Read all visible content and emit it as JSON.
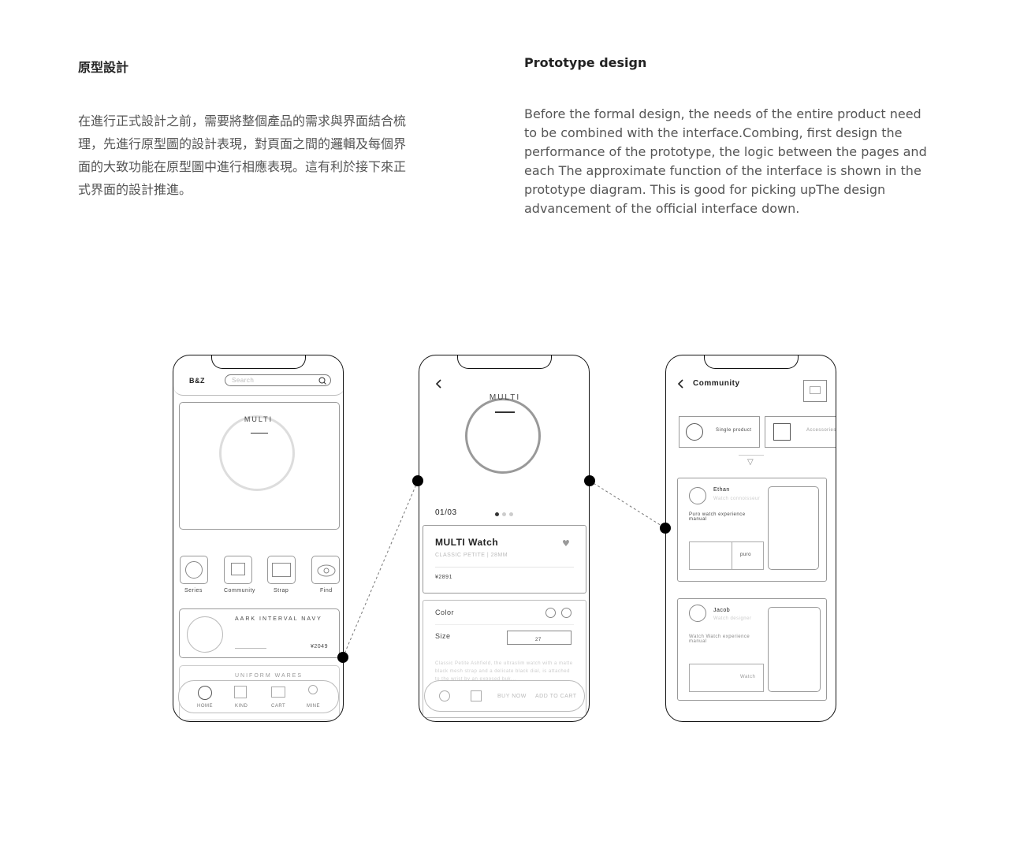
{
  "left_column": {
    "title": "原型設計",
    "body": "在進行正式設計之前，需要將整個產品的需求與界面結合梳理，先進行原型圖的設計表現，對頁面之間的邏輯及每個界面的大致功能在原型圖中進行相應表現。這有利於接下來正式界面的設計推進。"
  },
  "right_column": {
    "title": "Prototype design",
    "body": "Before the formal design, the needs of the entire product need to be combined with the interface.Combing, first design the performance of the prototype, the logic between the pages and each The approximate function of the interface is shown in the prototype diagram. This is good for picking upThe design advancement of the official interface down."
  },
  "phone_home": {
    "brand": "B&Z",
    "search_placeholder": "Search",
    "banner_label": "MULTI",
    "categories": [
      "Series",
      "Community",
      "Strap",
      "Find"
    ],
    "product1_name": "AARK INTERVAL NAVY",
    "product1_price": "¥2049",
    "product2_name": "UNIFORM WARES",
    "tabs": [
      "HOME",
      "KIND",
      "CART",
      "MINE"
    ]
  },
  "phone_detail": {
    "hero_label": "MULTI",
    "pager": "01/03",
    "product_name": "MULTI Watch",
    "product_sub": "CLASSIC PETITE | 28MM",
    "price": "¥2891",
    "color_label": "Color",
    "size_label": "Size",
    "size_value": "27",
    "description": "Classic Petite Ashfield, the ultraslim watch with a matte black mesh strap and a delicate black dial, is attached to the wrist by an exposed buk...",
    "buy_now": "BUY NOW",
    "add_to_cart": "ADD TO CART"
  },
  "phone_community": {
    "title": "Community",
    "filter1": "Single product",
    "filter2": "Accessories",
    "post1_name": "Ethan",
    "post1_role": "Watch connoisseur",
    "post1_text": "Puro watch experience manual",
    "post1_tag": "puro",
    "post2_name": "Jacob",
    "post2_role": "Watch designer",
    "post2_text": "Watch Watch experience manual",
    "post2_tag": "Watch"
  }
}
